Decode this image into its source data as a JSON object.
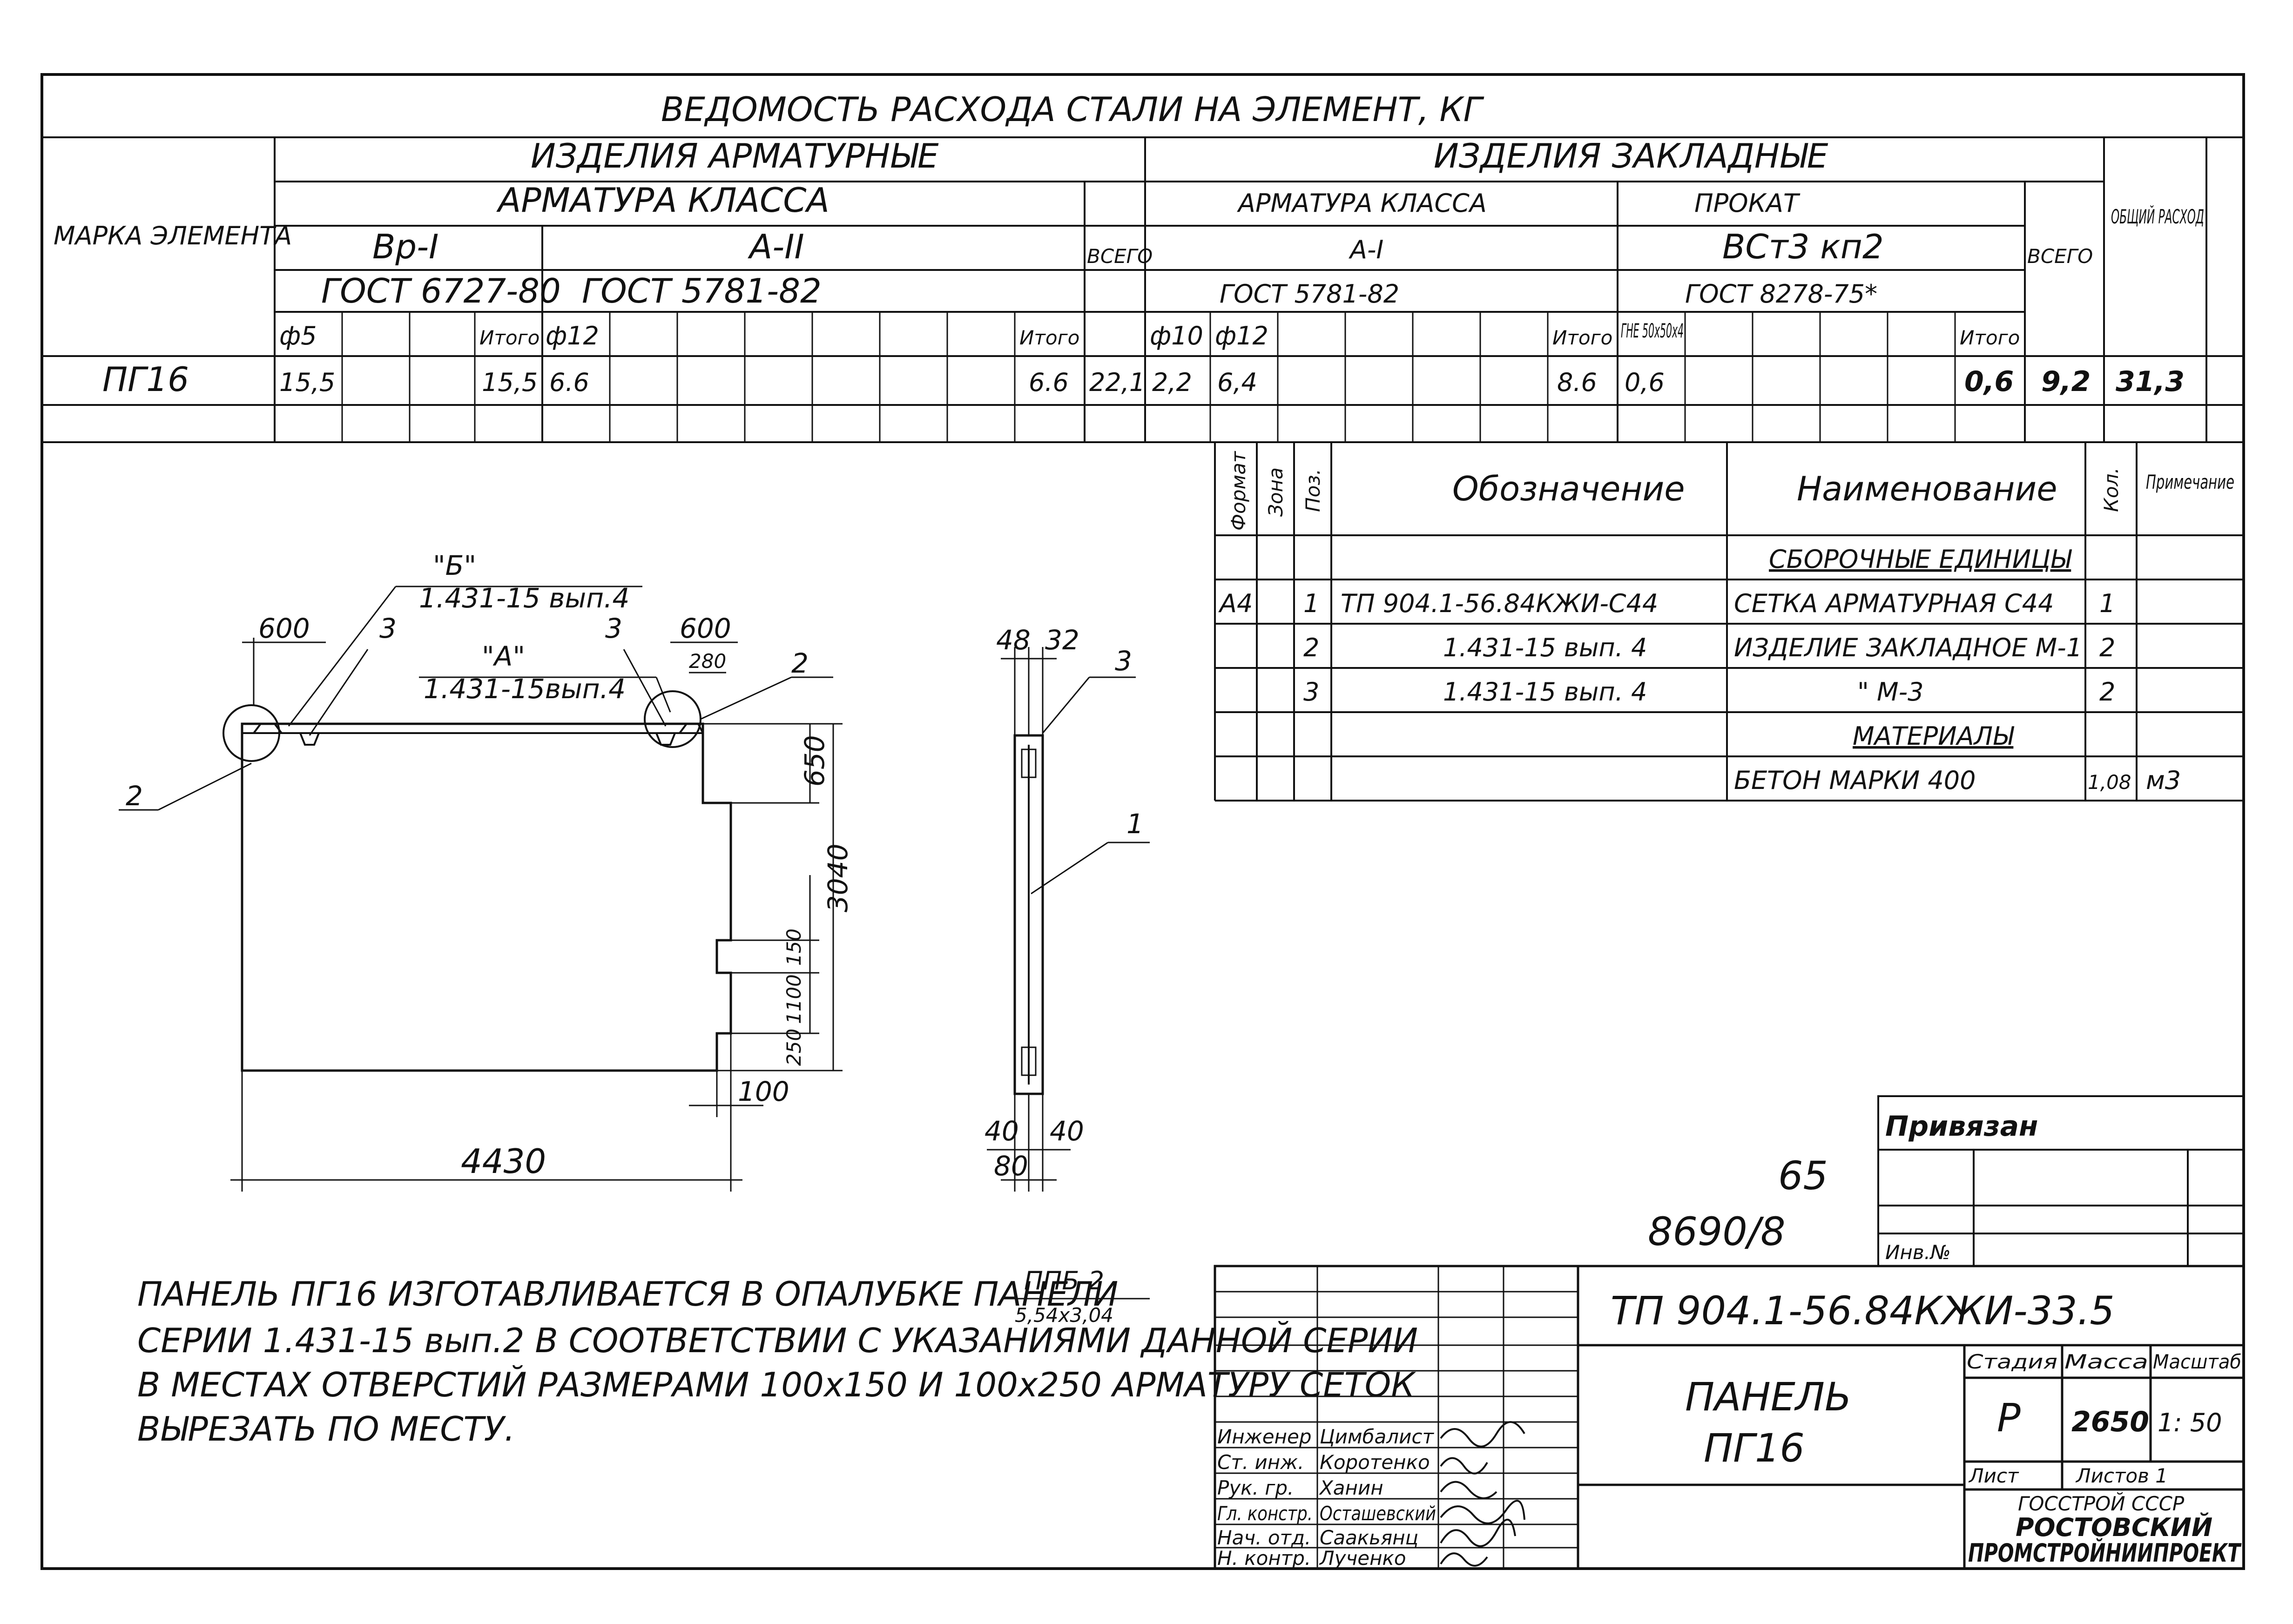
{
  "steel": {
    "title": "ВЕДОМОСТЬ РАСХОДА СТАЛИ НА ЭЛЕМЕНТ, КГ",
    "marka_header": "МАРКА ЭЛЕМЕНТА",
    "armaturnye": "ИЗДЕЛИЯ АРМАТУРНЫЕ",
    "zakladnye": "ИЗДЕЛИЯ ЗАКЛАДНЫЕ",
    "armatura_klassa": "АРМАТУРА КЛАССА",
    "armatura_klassa2": "АРМАТУРА КЛАССА",
    "prokat": "ПРОКАТ",
    "vsego": "ВСЕГО",
    "vsego2": "ВСЕГО",
    "obshchiy": "ОБЩИЙ РАСХОД",
    "class_vp": "Вр-I",
    "class_a2": "А-II",
    "class_a1": "А-I",
    "class_vst": "ВСт3 кп2",
    "gost1": "ГОСТ 6727-80",
    "gost2": "ГОСТ 5781-82",
    "gost3": "ГОСТ 5781-82",
    "gost4": "ГОСТ 8278-75*",
    "d5": "ф5",
    "itogo1": "Итого",
    "d12": "ф12",
    "itogo2": "Итого",
    "d10": "ф10",
    "d12b": "ф12",
    "itogo3": "Итого",
    "gne": "ГНЕ 50х50х4",
    "itogo4": "Итого",
    "row_mark": "ПГ16",
    "v_d5": "15,5",
    "v_itogo1": "15,5",
    "v_d12": "6.6",
    "v_itogo2": "6.6",
    "v_vsego": "22,1",
    "v_d10": "2,2",
    "v_d12b": "6,4",
    "v_itogo3": "8.6",
    "v_gne": "0,6",
    "v_itogo4": "0,6",
    "v_vsego2": "9,2",
    "v_total": "31,3"
  },
  "spec": {
    "h_format": "Формат",
    "h_zona": "Зона",
    "h_poz": "Поз.",
    "h_oboz": "Обозначение",
    "h_naim": "Наименование",
    "h_kol": "Кол.",
    "h_prim": "Примечание",
    "section1": "СБОРОЧНЫЕ ЕДИНИЦЫ",
    "rows": [
      {
        "format": "А4",
        "poz": "1",
        "oboz": "ТП 904.1-56.84КЖИ-С44",
        "naim": "СЕТКА АРМАТУРНАЯ С44",
        "kol": "1"
      },
      {
        "format": "",
        "poz": "2",
        "oboz": "1.431-15 вып. 4",
        "naim": "ИЗДЕЛИЕ ЗАКЛАДНОЕ М-1",
        "kol": "2"
      },
      {
        "format": "",
        "poz": "3",
        "oboz": "1.431-15 вып. 4",
        "naim": "\"     М-3",
        "kol": "2"
      }
    ],
    "section2": "МАТЕРИАЛЫ",
    "beton": "БЕТОН МАРКИ 400",
    "beton_kol": "1,08",
    "beton_unit": "м3"
  },
  "drawing": {
    "leader_b": "\"Б\"",
    "leader_b_ref": "1.431-15 вып.4",
    "leader_a": "\"А\"",
    "leader_a_ref": "1.431-15вып.4",
    "d600a": "600",
    "d600b": "600",
    "d280": "280",
    "d650": "650",
    "d3040": "3040",
    "d150": "150",
    "d1100": "1100",
    "d250": "250",
    "d100": "100",
    "d4430": "4430",
    "poz2a": "2",
    "poz2b": "2",
    "poz3a": "3",
    "poz3b": "3",
    "poz3c": "3",
    "poz1": "1",
    "d48": "48",
    "d32": "32",
    "d40a": "40",
    "d40b": "40",
    "d80": "80"
  },
  "note": {
    "line1": "ПАНЕЛЬ ПГ16 ИЗГОТАВЛИВАЕТСЯ В ОПАЛУБКЕ ПАНЕЛИ",
    "frac_top": "ППБ-2",
    "frac_bot": "5,54х3,04",
    "line2": "СЕРИИ 1.431-15 вып.2 В СООТВЕТСТВИИ С УКАЗАНИЯМИ ДАННОЙ СЕРИИ",
    "line3": "В МЕСТАХ ОТВЕРСТИЙ РАЗМЕРАМИ 100х150 И 100х250 АРМАТУРУ СЕТОК",
    "line4": "ВЫРЕЗАТЬ ПО МЕСТУ."
  },
  "stamp": {
    "privyazan": "Привязан",
    "inv": "Инв.№",
    "num65": "65",
    "num8690": "8690/8",
    "doc_code": "ТП 904.1-56.84КЖИ-33.5",
    "name1": "ПАНЕЛЬ",
    "name2": "ПГ16",
    "stadia": "Стадия",
    "massa": "Масса",
    "masshtab": "Масштаб",
    "stadia_val": "Р",
    "massa_val": "2650",
    "masshtab_val": "1: 50",
    "list": "Лист",
    "listov": "Листов 1",
    "org1": "ГОССТРОЙ СССР",
    "org2": "РОСТОВСКИЙ",
    "org3": "ПРОМСТРОЙНИИПРОЕКТ",
    "people": [
      {
        "role": "Инженер",
        "name": "Цимбалист"
      },
      {
        "role": "Ст. инж.",
        "name": "Коротенко"
      },
      {
        "role": "Рук. гр.",
        "name": "Ханин"
      },
      {
        "role": "Гл. констр.",
        "name": "Осташевский"
      },
      {
        "role": "Нач. отд.",
        "name": "Саакьянц"
      },
      {
        "role": "Н. контр.",
        "name": "Лученко"
      }
    ]
  }
}
